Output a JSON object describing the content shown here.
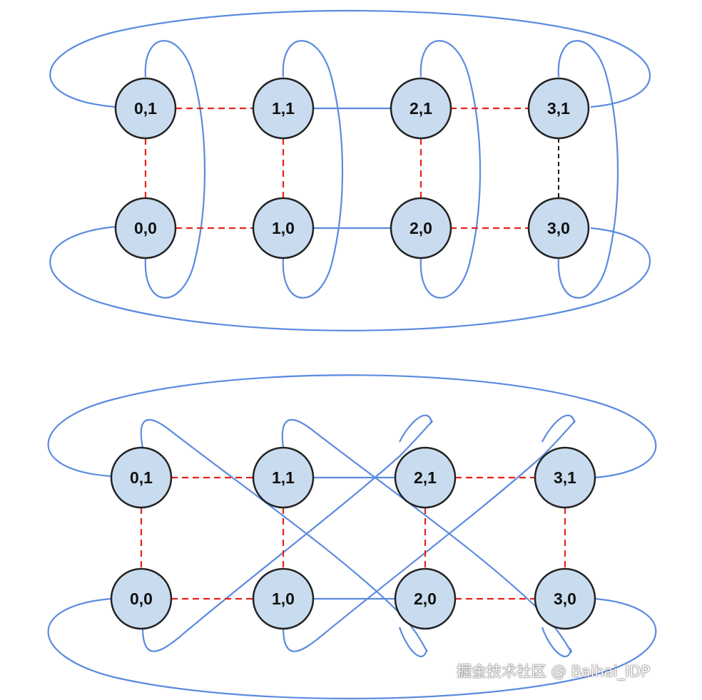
{
  "diagrams": [
    {
      "nodes": [
        {
          "label": "0,1",
          "col": 0,
          "row": 1
        },
        {
          "label": "1,1",
          "col": 1,
          "row": 1
        },
        {
          "label": "2,1",
          "col": 2,
          "row": 1
        },
        {
          "label": "3,1",
          "col": 3,
          "row": 1
        },
        {
          "label": "0,0",
          "col": 0,
          "row": 0
        },
        {
          "label": "1,0",
          "col": 1,
          "row": 0
        },
        {
          "label": "2,0",
          "col": 2,
          "row": 0
        },
        {
          "label": "3,0",
          "col": 3,
          "row": 0
        }
      ]
    },
    {
      "nodes": [
        {
          "label": "0,1",
          "col": 0,
          "row": 1
        },
        {
          "label": "1,1",
          "col": 1,
          "row": 1
        },
        {
          "label": "2,1",
          "col": 2,
          "row": 1
        },
        {
          "label": "3,1",
          "col": 3,
          "row": 1
        },
        {
          "label": "0,0",
          "col": 0,
          "row": 0
        },
        {
          "label": "1,0",
          "col": 1,
          "row": 0
        },
        {
          "label": "2,0",
          "col": 2,
          "row": 0
        },
        {
          "label": "3,0",
          "col": 3,
          "row": 0
        }
      ]
    }
  ],
  "colors": {
    "ring": "#5b8be0",
    "dashed": "#e5231b",
    "dashed_alt": "#111111",
    "node_fill": "#c9dcef"
  },
  "watermark": "掘金技术社区 @ Baihai_IDP"
}
